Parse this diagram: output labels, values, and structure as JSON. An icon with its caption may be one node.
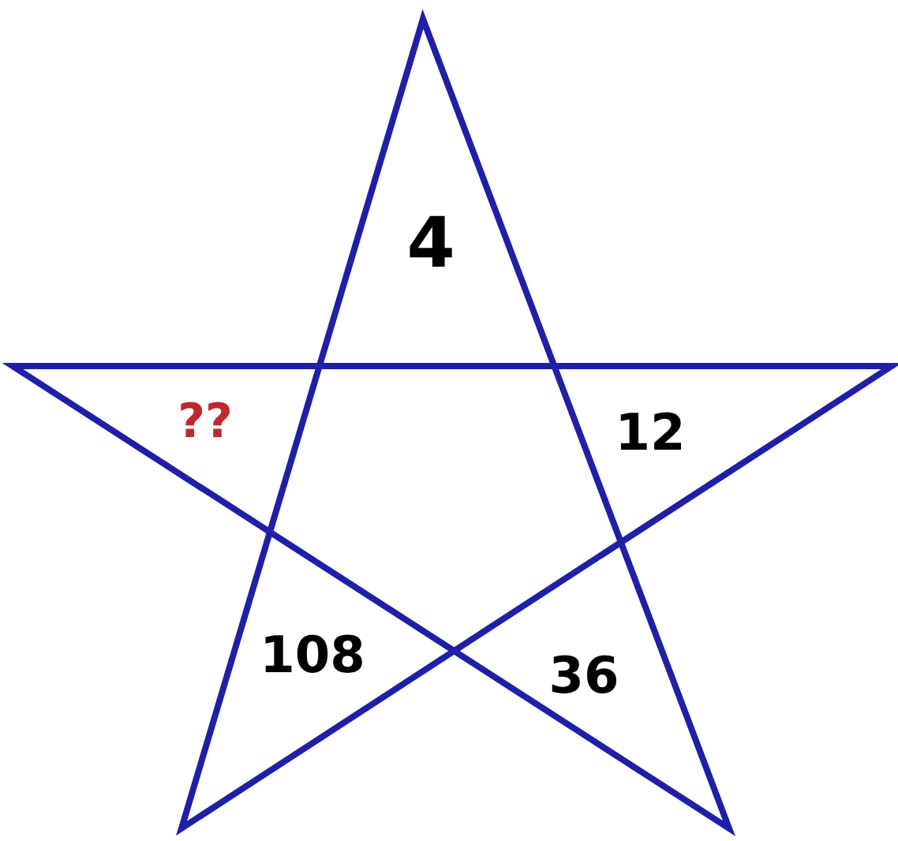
{
  "diagram": {
    "labels": [
      "4",
      "??",
      "12",
      "108",
      "36"
    ]
  }
}
